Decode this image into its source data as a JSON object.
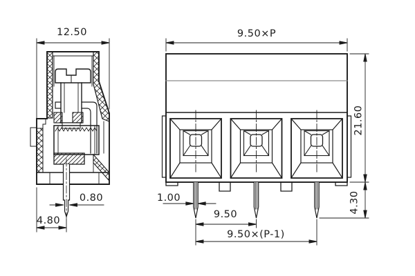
{
  "drawing": {
    "kind": "engineering-drawing",
    "views": [
      "side-section-view",
      "front-view"
    ],
    "pole_count": 3
  },
  "colors": {
    "background": "#ffffff",
    "line": "#1c1c1c"
  },
  "dimensions": {
    "side": {
      "overall_width": "12.50",
      "pin_thickness": "0.80",
      "pin_offset": "4.80"
    },
    "front": {
      "overall_width": "9.50×P",
      "body_height": "21.60",
      "pin_width": "1.00",
      "pin_pitch": "9.50",
      "pin_span": "9.50×(P-1)",
      "pin_length": "4.30"
    }
  }
}
